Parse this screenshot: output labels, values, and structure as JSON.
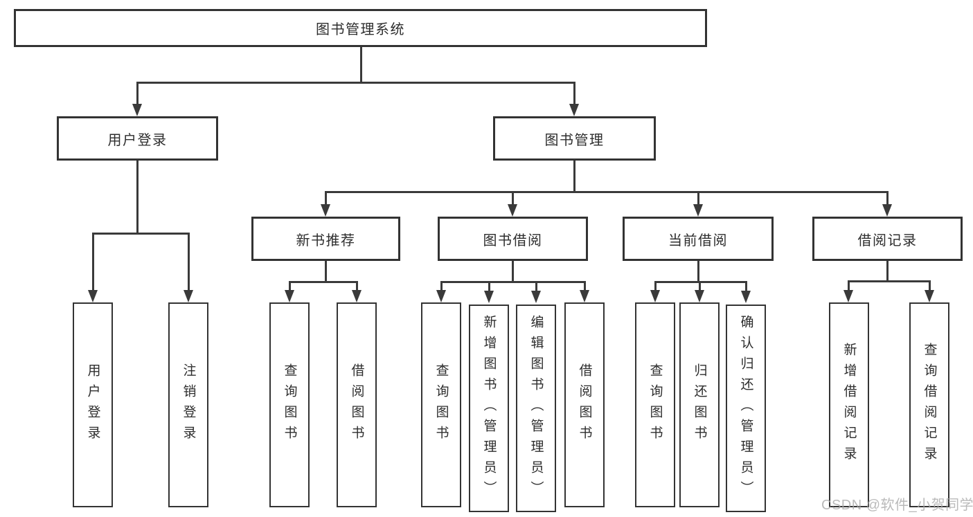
{
  "diagram": {
    "title": "图书管理系统",
    "level2": {
      "user_login": "用户登录",
      "book_mgmt": "图书管理"
    },
    "level3": {
      "new_books": "新书推荐",
      "book_borrow": "图书借阅",
      "current_borrow": "当前借阅",
      "borrow_records": "借阅记录"
    },
    "leaves": {
      "user_login": "用户登录",
      "logout": "注销登录",
      "nb_query": "查询图书",
      "nb_borrow": "借阅图书",
      "bb_query": "查询图书",
      "bb_add": "新增图书（管理员）",
      "bb_edit": "编辑图书（管理员）",
      "bb_borrow": "借阅图书",
      "cb_query": "查询图书",
      "cb_return": "归还图书",
      "cb_confirm": "确认归还（管理员）",
      "br_add": "新增借阅记录",
      "br_query": "查询借阅记录"
    }
  },
  "watermark": "CSDN @软件_小贺同学",
  "colors": {
    "line": "#3a3a3a",
    "box_border": "#333333",
    "text": "#2d2d2d",
    "background": "#ffffff",
    "watermark": "#a9a9a9"
  }
}
